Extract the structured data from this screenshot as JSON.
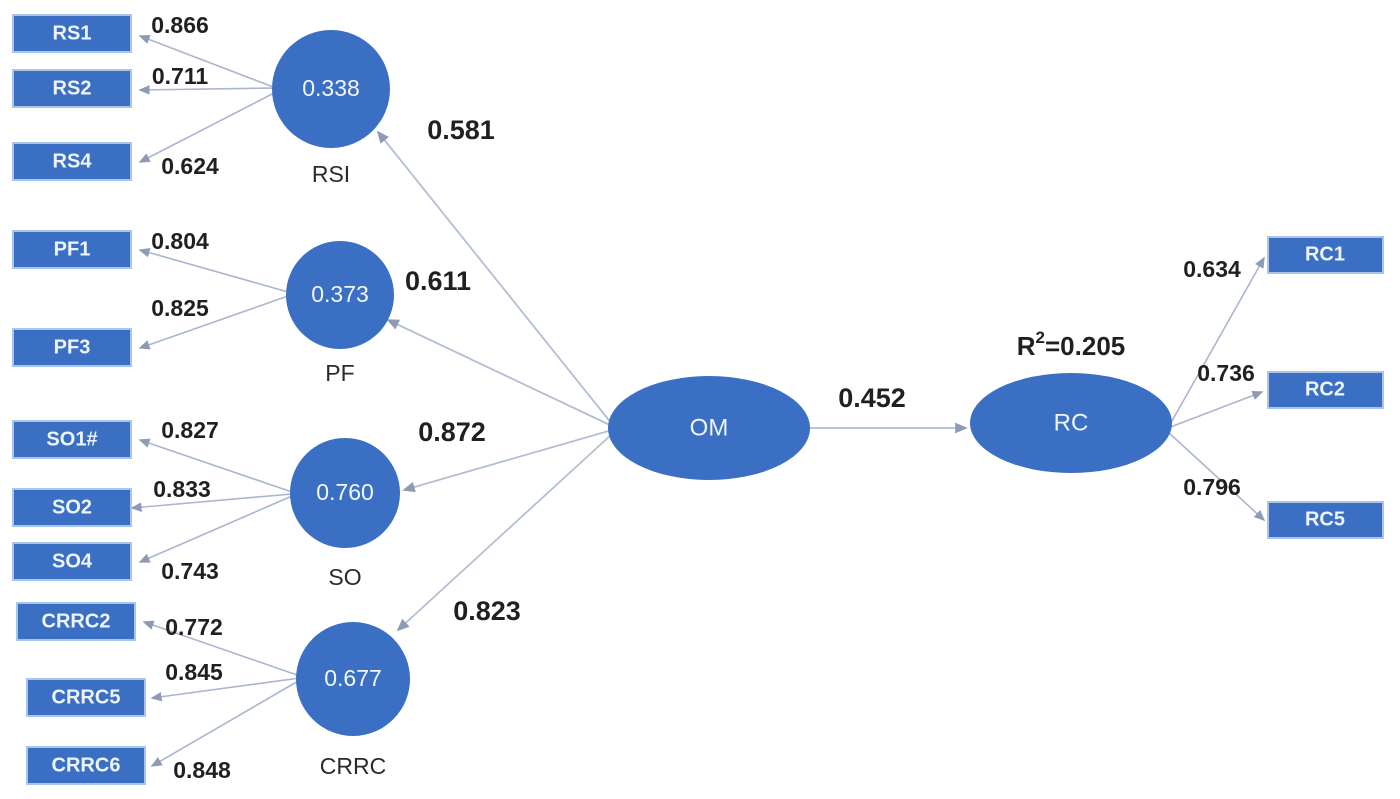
{
  "diagram": {
    "title": "PLS-SEM path model",
    "colors": {
      "node_fill": "#3a6fc4",
      "node_stroke": "#a9c5e8",
      "edge": "#aab6ce",
      "label_text": "#231f20",
      "node_text": "#eef4fc",
      "background": "#ffffff"
    },
    "indicators": {
      "rs1": "RS1",
      "rs2": "RS2",
      "rs4": "RS4",
      "pf1": "PF1",
      "pf3": "PF3",
      "so1": "SO1#",
      "so2": "SO2",
      "so4": "SO4",
      "crrc2": "CRRC2",
      "crrc5": "CRRC5",
      "crrc6": "CRRC6",
      "rc1": "RC1",
      "rc2": "RC2",
      "rc5": "RC5"
    },
    "constructs": {
      "rsi": {
        "name": "RSI",
        "value": "0.338"
      },
      "pf": {
        "name": "PF",
        "value": "0.373"
      },
      "so": {
        "name": "SO",
        "value": "0.760"
      },
      "crrc": {
        "name": "CRRC",
        "value": "0.677"
      },
      "om": {
        "name": "OM"
      },
      "rc": {
        "name": "RC",
        "r2_prefix": "R",
        "r2_exponent": "2",
        "r2_value": "=0.205"
      }
    },
    "loadings": {
      "rs1": "0.866",
      "rs2": "0.711",
      "rs4": "0.624",
      "pf1": "0.804",
      "pf3": "0.825",
      "so1": "0.827",
      "so2": "0.833",
      "so4": "0.743",
      "crrc2": "0.772",
      "crrc5": "0.845",
      "crrc6": "0.848",
      "rc1": "0.634",
      "rc2": "0.736",
      "rc5": "0.796"
    },
    "paths": {
      "om_to_rsi": "0.581",
      "om_to_pf": "0.611",
      "om_to_so": "0.872",
      "om_to_crrc": "0.823",
      "om_to_rc": "0.452"
    }
  },
  "chart_data": {
    "type": "diagram",
    "title": "Structural equation model path diagram",
    "nodes": [
      {
        "id": "RS1",
        "kind": "indicator",
        "label": "RS1"
      },
      {
        "id": "RS2",
        "kind": "indicator",
        "label": "RS2"
      },
      {
        "id": "RS4",
        "kind": "indicator",
        "label": "RS4"
      },
      {
        "id": "PF1",
        "kind": "indicator",
        "label": "PF1"
      },
      {
        "id": "PF3",
        "kind": "indicator",
        "label": "PF3"
      },
      {
        "id": "SO1#",
        "kind": "indicator",
        "label": "SO1#"
      },
      {
        "id": "SO2",
        "kind": "indicator",
        "label": "SO2"
      },
      {
        "id": "SO4",
        "kind": "indicator",
        "label": "SO4"
      },
      {
        "id": "CRRC2",
        "kind": "indicator",
        "label": "CRRC2"
      },
      {
        "id": "CRRC5",
        "kind": "indicator",
        "label": "CRRC5"
      },
      {
        "id": "CRRC6",
        "kind": "indicator",
        "label": "CRRC6"
      },
      {
        "id": "RC1",
        "kind": "indicator",
        "label": "RC1"
      },
      {
        "id": "RC2",
        "kind": "indicator",
        "label": "RC2"
      },
      {
        "id": "RC5",
        "kind": "indicator",
        "label": "RC5"
      },
      {
        "id": "RSI",
        "kind": "construct-circle",
        "label": "RSI",
        "inner_value": "0.338"
      },
      {
        "id": "PF",
        "kind": "construct-circle",
        "label": "PF",
        "inner_value": "0.373"
      },
      {
        "id": "SO",
        "kind": "construct-circle",
        "label": "SO",
        "inner_value": "0.760"
      },
      {
        "id": "CRRC",
        "kind": "construct-circle",
        "label": "CRRC",
        "inner_value": "0.677"
      },
      {
        "id": "OM",
        "kind": "construct-ellipse",
        "label": "OM"
      },
      {
        "id": "RC",
        "kind": "construct-ellipse",
        "label": "RC",
        "r2": "R2=0.205"
      }
    ],
    "edges": [
      {
        "from": "RSI",
        "to": "RS1",
        "value": 0.866
      },
      {
        "from": "RSI",
        "to": "RS2",
        "value": 0.711
      },
      {
        "from": "RSI",
        "to": "RS4",
        "value": 0.624
      },
      {
        "from": "PF",
        "to": "PF1",
        "value": 0.804
      },
      {
        "from": "PF",
        "to": "PF3",
        "value": 0.825
      },
      {
        "from": "SO",
        "to": "SO1#",
        "value": 0.827
      },
      {
        "from": "SO",
        "to": "SO2",
        "value": 0.833
      },
      {
        "from": "SO",
        "to": "SO4",
        "value": 0.743
      },
      {
        "from": "CRRC",
        "to": "CRRC2",
        "value": 0.772
      },
      {
        "from": "CRRC",
        "to": "CRRC5",
        "value": 0.845
      },
      {
        "from": "CRRC",
        "to": "CRRC6",
        "value": 0.848
      },
      {
        "from": "OM",
        "to": "RSI",
        "value": 0.581
      },
      {
        "from": "OM",
        "to": "PF",
        "value": 0.611
      },
      {
        "from": "OM",
        "to": "SO",
        "value": 0.872
      },
      {
        "from": "OM",
        "to": "CRRC",
        "value": 0.823
      },
      {
        "from": "OM",
        "to": "RC",
        "value": 0.452
      },
      {
        "from": "RC",
        "to": "RC1",
        "value": 0.634
      },
      {
        "from": "RC",
        "to": "RC2",
        "value": 0.736
      },
      {
        "from": "RC",
        "to": "RC5",
        "value": 0.796
      }
    ]
  }
}
